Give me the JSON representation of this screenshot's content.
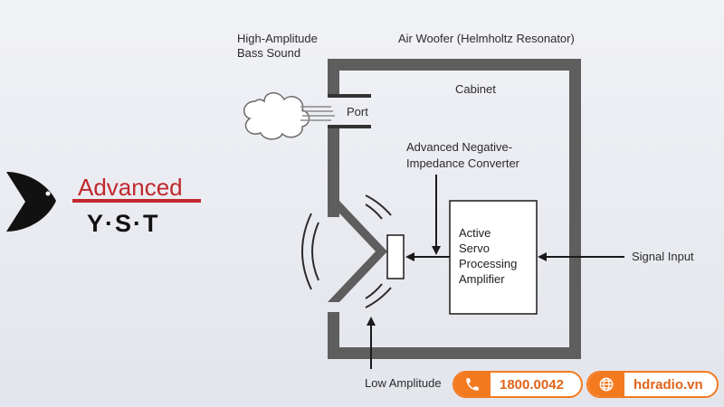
{
  "diagram": {
    "title": "Air Woofer (Helmholtz Resonator)",
    "bass_label_line1": "High-Amplitude",
    "bass_label_line2": "Bass Sound",
    "cabinet_label": "Cabinet",
    "port_label": "Port",
    "converter_label_line1": "Advanced Negative-",
    "converter_label_line2": "Impedance Converter",
    "amp_line1": "Active",
    "amp_line2": "Servo",
    "amp_line3": "Processing",
    "amp_line4": "Amplifier",
    "signal_label": "Signal Input",
    "low_label": "Low Amplitude"
  },
  "logo": {
    "word": "Advanced",
    "sub": "Y·S·T",
    "accent_color": "#c0282d"
  },
  "contact": {
    "phone": "1800.0042",
    "website": "hdradio.vn",
    "accent_color": "#f47a20"
  },
  "icons": [
    "phone-icon",
    "globe-icon"
  ]
}
